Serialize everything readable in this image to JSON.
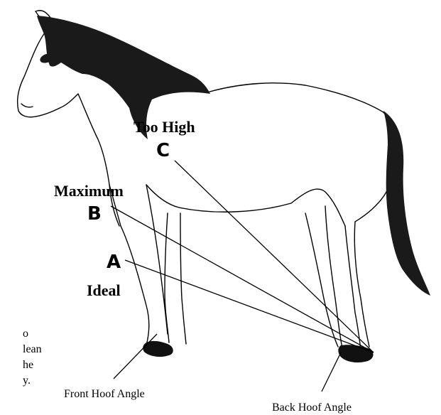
{
  "labels": {
    "too_high": "Too High",
    "c": "C",
    "maximum": "Maximum",
    "b": "B",
    "a": "A",
    "ideal": "Ideal",
    "front_hoof_angle": "Front Hoof Angle",
    "back_hoof_angle": "Back Hoof Angle"
  },
  "side_text": [
    "o",
    "lean",
    "he",
    "y."
  ],
  "colors": {
    "ink": "#000000",
    "mane": "#1a1a1a",
    "hoof": "#111111",
    "background": "#ffffff"
  }
}
